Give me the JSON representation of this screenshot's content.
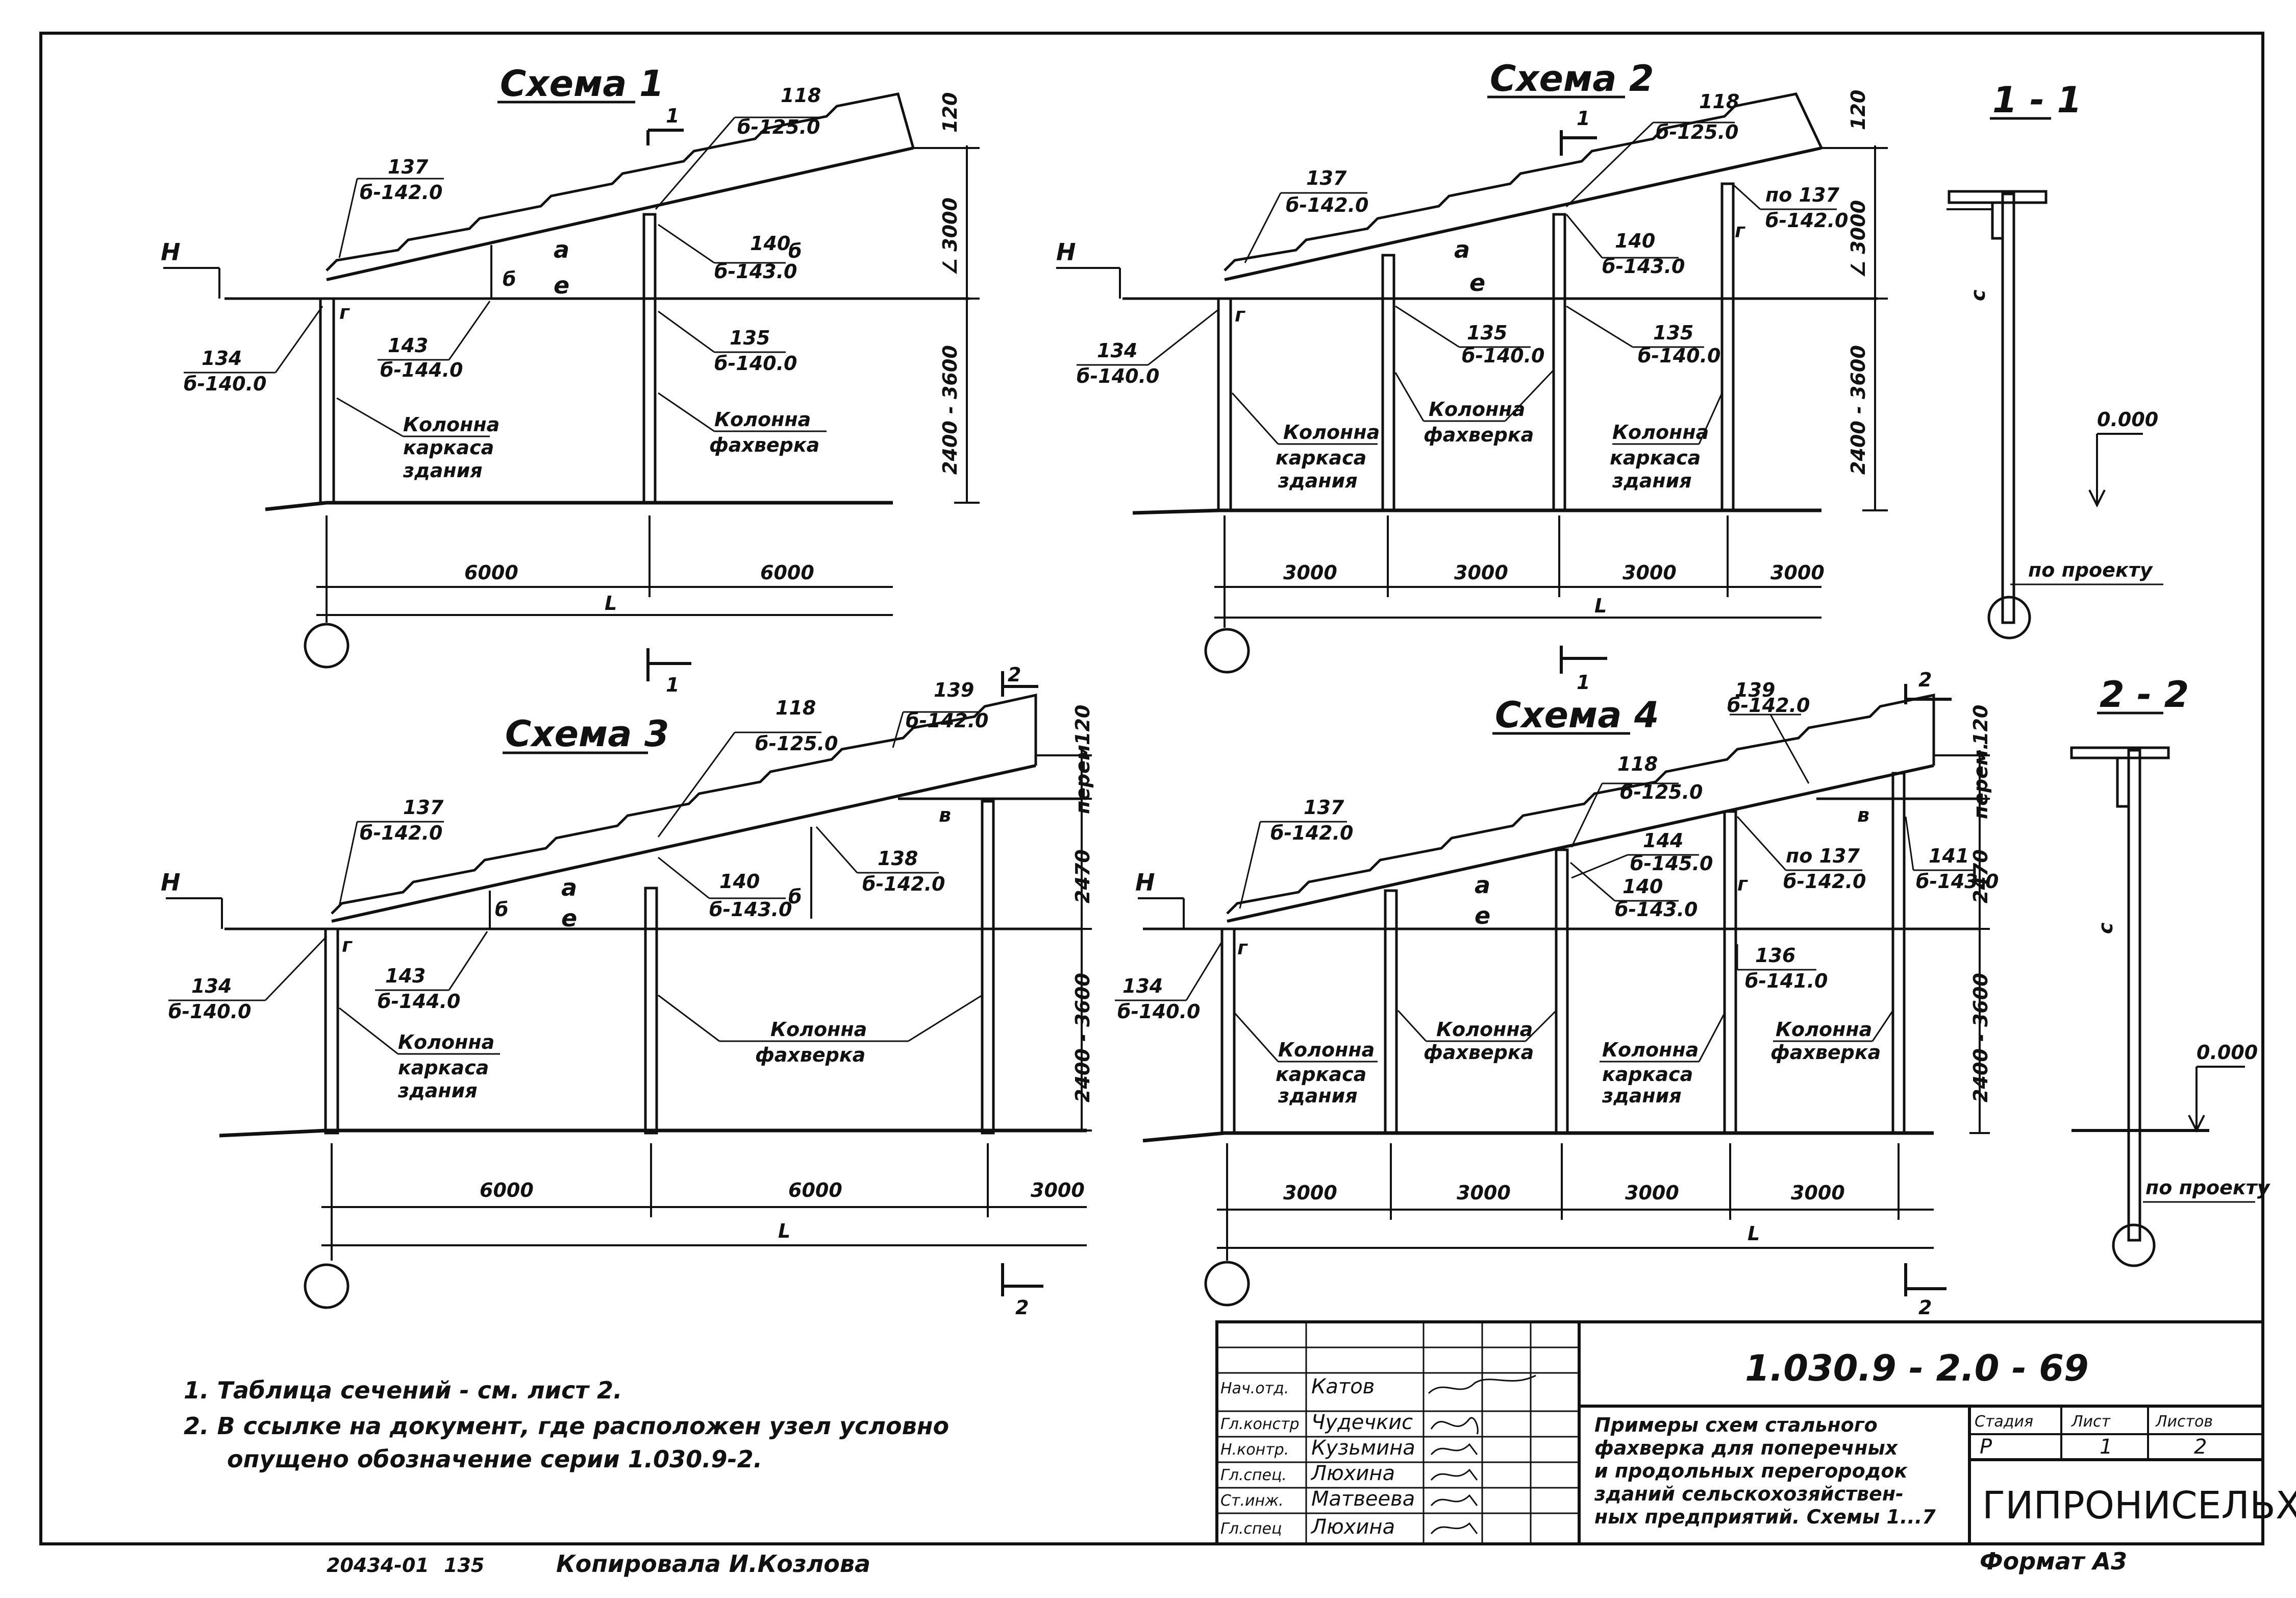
{
  "schemes": {
    "s1": {
      "title": "Схема 1",
      "section_top": "1",
      "section_bottom": "1",
      "m118": "118",
      "m118c": "б-125.0",
      "m137": "137",
      "m137c": "б-142.0",
      "m140": "140",
      "m140c": "б-143.0",
      "m143": "143",
      "m143c": "б-144.0",
      "m134": "134",
      "m134c": "б-140.0",
      "m135": "135",
      "m135c": "б-140.0",
      "lbl_a": "а",
      "lbl_b1": "б",
      "lbl_b2": "б",
      "lbl_e": "е",
      "lbl_g": "г",
      "mark_h": "Н",
      "col1_l1": "Колонна",
      "col1_l2": "каркаса",
      "col1_l3": "здания",
      "col2_l1": "Колонна",
      "col2_l2": "фахверка",
      "dim_120": "120",
      "dim_3000": "∠ 3000",
      "dim_2400": "2400 - 3600",
      "span1": "6000",
      "span2": "6000",
      "total": "L"
    },
    "s2": {
      "title": "Схема 2",
      "section_top": "1",
      "section_bottom": "1",
      "m118": "118",
      "m118c": "б-125.0",
      "m137": "137",
      "m137c": "б-142.0",
      "m140": "140",
      "m140c": "б-143.0",
      "m137b": "по 137",
      "m137bc": "б-142.0",
      "m134": "134",
      "m134c": "б-140.0",
      "m135a": "135",
      "m135ac": "б-140.0",
      "m135b": "135",
      "m135bc": "б-140.0",
      "lbl_a": "а",
      "lbl_e": "е",
      "lbl_g1": "г",
      "lbl_g2": "г",
      "mark_h": "Н",
      "colA_l1": "Колонна",
      "colA_l2": "каркаса",
      "colA_l3": "здания",
      "colB_l1": "Колонна",
      "colB_l2": "фахверка",
      "colC_l1": "Колонна",
      "colC_l2": "каркаса",
      "colC_l3": "здания",
      "dim_120": "120",
      "dim_3000": "∠ 3000",
      "dim_2400": "2400 - 3600",
      "span1": "3000",
      "span2": "3000",
      "span3": "3000",
      "span4": "3000",
      "total": "L"
    },
    "s3": {
      "title": "Схема 3",
      "section_top": "2",
      "section_bottom": "2",
      "m118": "118",
      "m118c": "б-125.0",
      "m139": "139",
      "m139c": "б-142.0",
      "m137": "137",
      "m137c": "б-142.0",
      "m140": "140",
      "m140c": "б-143.0",
      "m138": "138",
      "m138c": "б-142.0",
      "m143": "143",
      "m143c": "б-144.0",
      "m134": "134",
      "m134c": "б-140.0",
      "lbl_a": "а",
      "lbl_b1": "б",
      "lbl_b2": "б",
      "lbl_v": "в",
      "lbl_e": "е",
      "lbl_g": "г",
      "mark_h": "Н",
      "col1_l1": "Колонна",
      "col1_l2": "каркаса",
      "col1_l3": "здания",
      "col2_l1": "Колонна",
      "col2_l2": "фахверка",
      "dim_120": "120",
      "dim_perem": "перем",
      "dim_2470": "2470",
      "dim_2400": "2400 - 3600",
      "span1": "6000",
      "span2": "6000",
      "span3": "3000",
      "total": "L"
    },
    "s4": {
      "title": "Схема 4",
      "section_top": "2",
      "section_bottom": "2",
      "m118": "118",
      "m118c": "б-125.0",
      "m139": "139",
      "m139c": "б-142.0",
      "m137": "137",
      "m137c": "б-142.0",
      "m144": "144",
      "m144c": "б-145.0",
      "m140": "140",
      "m140c": "б-143.0",
      "m137b": "по 137",
      "m137bc": "б-142.0",
      "m141": "141",
      "m141c": "б-143.0",
      "m134": "134",
      "m134c": "б-140.0",
      "m136": "136",
      "m136c": "б-141.0",
      "lbl_a": "а",
      "lbl_v": "в",
      "lbl_e": "е",
      "lbl_g1": "г",
      "lbl_g2": "г",
      "mark_h": "Н",
      "colA_l1": "Колонна",
      "colA_l2": "каркаса",
      "colA_l3": "здания",
      "colB_l1": "Колонна",
      "colB_l2": "фахверка",
      "colC_l1": "Колонна",
      "colC_l2": "каркаса",
      "colC_l3": "здания",
      "colD_l1": "Колонна",
      "colD_l2": "фахверка",
      "dim_120": "120",
      "dim_perem": "перем.",
      "dim_2470": "2470",
      "dim_2400": "2400 - 3600",
      "span1": "3000",
      "span2": "3000",
      "span3": "3000",
      "span4": "3000",
      "total": "L"
    }
  },
  "sections": {
    "sec1": {
      "title": "1 - 1",
      "c": "с",
      "elev": "0.000",
      "note": "по проекту"
    },
    "sec2": {
      "title": "2 - 2",
      "c": "с",
      "elev": "0.000",
      "note": "по проекту"
    }
  },
  "notes": [
    "1.  Таблица сечений - см. лист 2.",
    "2.  В ссылке на документ, где расположен узел условно",
    "опущено обозначение серии 1.030.9-2."
  ],
  "title_block": {
    "code": "1.030.9 - 2.0 - 69",
    "description": [
      "Примеры схем стального",
      "фахверка для поперечных",
      "и продольных перегородок",
      "зданий сельскохозяйствен-",
      "ных предприятий. Схемы 1...7"
    ],
    "roles": [
      {
        "role": "Нач.отд.",
        "name": "Катов"
      },
      {
        "role": "Гл.констр",
        "name": "Чудечкис"
      },
      {
        "role": "Н.контр.",
        "name": "Кузьмина"
      },
      {
        "role": "Гл.спец.",
        "name": "Люхина"
      },
      {
        "role": "Ст.инж.",
        "name": "Матвеева"
      },
      {
        "role": "Гл.спец",
        "name": "Люхина"
      }
    ],
    "stage_header": "Стадия",
    "sheet_header": "Лист",
    "sheets_header": "Листов",
    "stage": "Р",
    "sheet": "1",
    "sheets": "2",
    "org": "ГИПРОНИСЕЛЬХОЗ"
  },
  "footer": {
    "inv": "20434-01",
    "page": "135",
    "copied": "Копировала И.Козлова",
    "format": "Формат А3"
  }
}
